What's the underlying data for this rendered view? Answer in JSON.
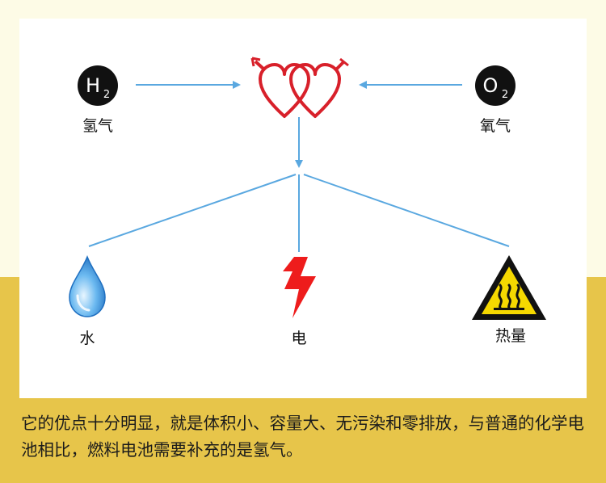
{
  "colors": {
    "background": "#fdfbe6",
    "band": "#e7c54a",
    "card": "#ffffff",
    "arrow": "#5aa8e0",
    "heart": "#d8202a",
    "bolt": "#ee1c1c",
    "warning_yellow": "#f5d800",
    "water": "#3b8fd8"
  },
  "inputs": {
    "hydrogen": {
      "symbol": "H",
      "subscript": "2",
      "label": "氢气"
    },
    "oxygen": {
      "symbol": "O",
      "subscript": "2",
      "label": "氧气"
    }
  },
  "outputs": {
    "water": {
      "label": "水",
      "icon": "water-drop-icon"
    },
    "electricity": {
      "label": "电",
      "icon": "lightning-bolt-icon"
    },
    "heat": {
      "label": "热量",
      "icon": "heat-warning-icon"
    }
  },
  "center_icon": "intertwined-hearts-icon",
  "caption": "它的优点十分明显，就是体积小、容量大、无污染和零排放，与普通的化学电池相比，燃料电池需要补充的是氢气。"
}
